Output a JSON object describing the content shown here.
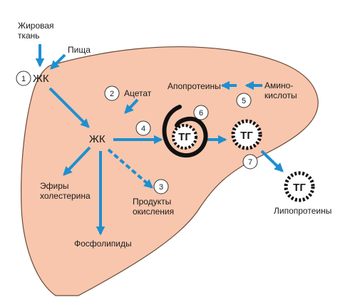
{
  "colors": {
    "liver_fill": "#f7c6ad",
    "liver_stroke": "#6b4a3a",
    "arrow": "#1e8fd0",
    "ink": "#1a1a1a"
  },
  "labels": {
    "adipose": [
      "Жировая",
      "ткань"
    ],
    "food": "Пища",
    "fa_top": "ЖК",
    "acetate": "Ацетат",
    "fa_center": "ЖК",
    "apoproteins": "Апопротеины",
    "amino_acids": [
      "Амино-",
      "кислоты"
    ],
    "tg": "ТГ",
    "cholesterol_esters": [
      "Эфиры",
      "холестерина"
    ],
    "oxidation_products": [
      "Продукты",
      "окисления"
    ],
    "phospholipids": "Фосфолипиды",
    "lipoproteins": "Липопротеины"
  },
  "steps": [
    "1",
    "2",
    "3",
    "4",
    "5",
    "6",
    "7"
  ]
}
